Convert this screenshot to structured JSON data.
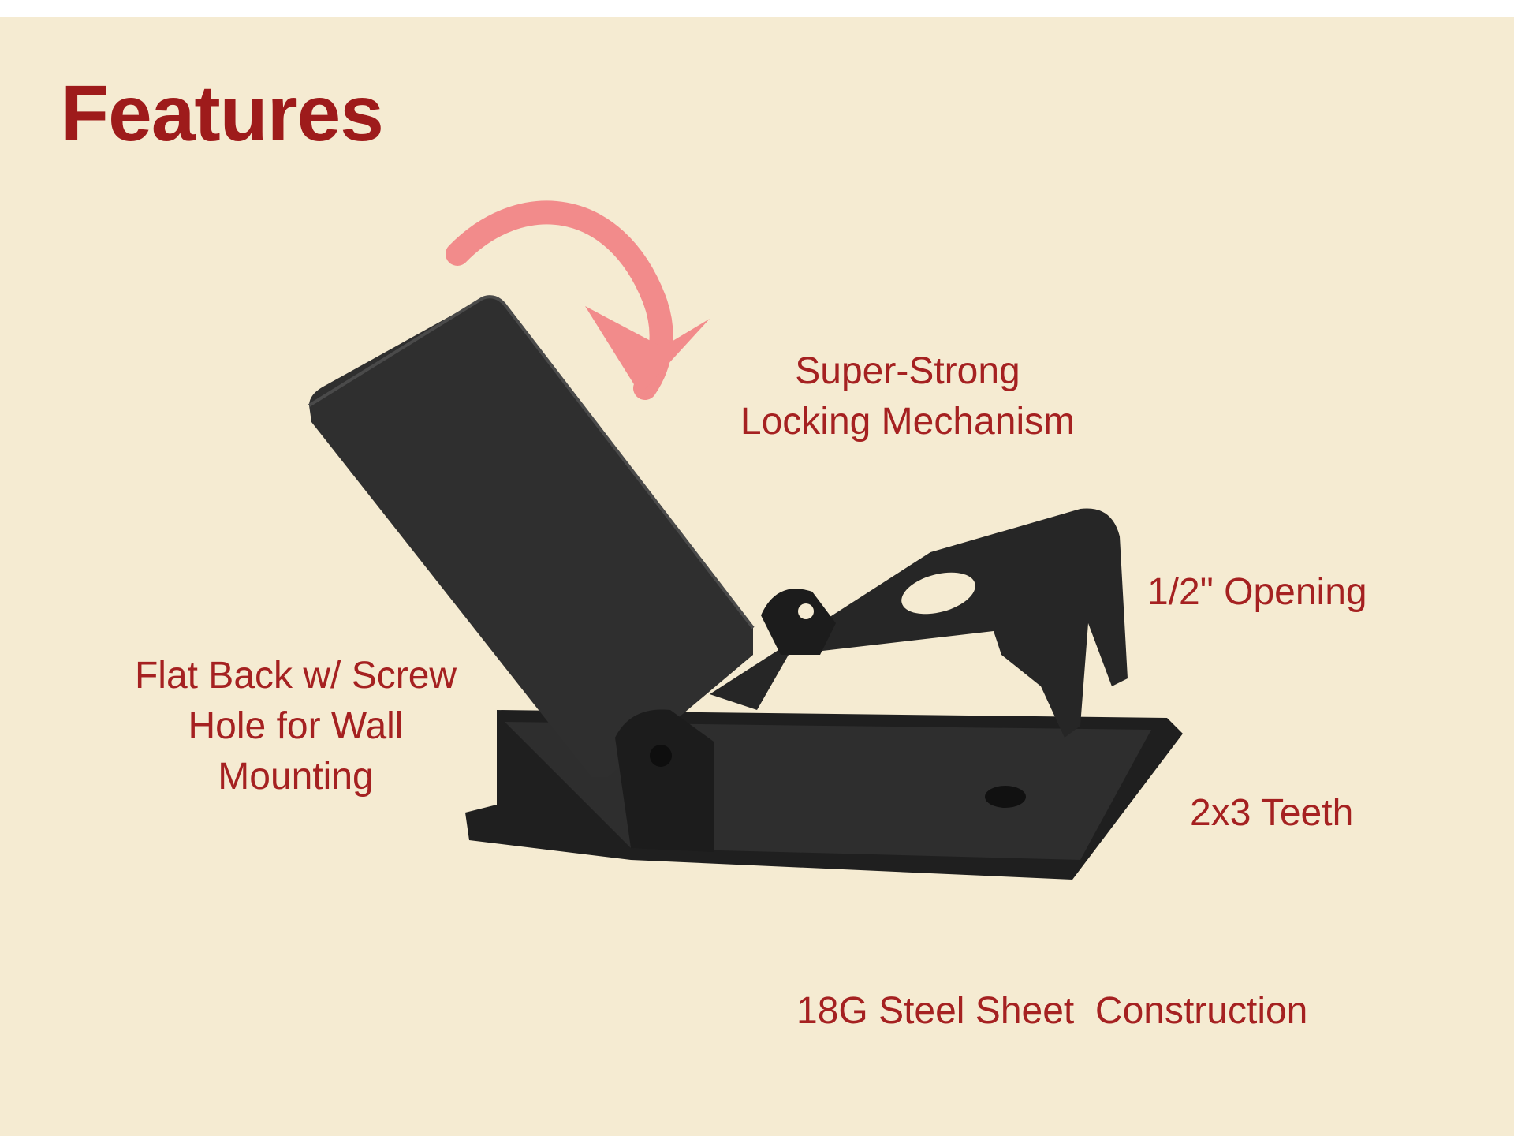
{
  "title": "Features",
  "labels": {
    "locking": [
      "Super-Strong",
      "Locking Mechanism"
    ],
    "opening": "1/2\" Opening",
    "flat_back": [
      "Flat Back w/ Screw",
      "Hole for Wall",
      "Mounting"
    ],
    "teeth": "2x3 Teeth",
    "steel": "18G Steel Sheet  Construction"
  },
  "colors": {
    "background": "#f5ebd2",
    "title": "#9e1b1b",
    "label": "#a52121",
    "arrow": "#f28b8b",
    "trap": "#2b2b2b"
  }
}
